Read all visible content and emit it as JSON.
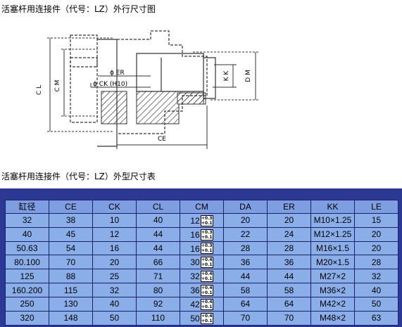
{
  "title1": "活塞杆用连接件（代号：LZ）外行尺寸图",
  "title2": "活塞杆用连接件（代号：LZ）外型尺寸表",
  "drawing": {
    "label_cl": "C L",
    "label_cm": "C M",
    "label_er": "ϕ ER",
    "label_ck": "ϕ CK (H10)",
    "label_kk": "K K",
    "label_dm": "D M",
    "label_ce": "CE"
  },
  "table": {
    "headers": [
      "缸径",
      "CE",
      "CK",
      "CL",
      "CM",
      "DA",
      "ER",
      "KK",
      "LE"
    ],
    "rows": [
      {
        "bore": "32",
        "ce": "38",
        "ck": "10",
        "cl": "40",
        "cm": "12",
        "tol_up": "+0.3",
        "tol_low": "+0.1",
        "da": "20",
        "er": "20",
        "kk": "M10×1.25",
        "le": "15"
      },
      {
        "bore": "40",
        "ce": "45",
        "ck": "12",
        "cl": "44",
        "cm": "16",
        "tol_up": "+0.3",
        "tol_low": "+0.1",
        "da": "22",
        "er": "24",
        "kk": "M12×1.25",
        "le": "20"
      },
      {
        "bore": "50.63",
        "ce": "54",
        "ck": "16",
        "cl": "44",
        "cm": "16",
        "tol_up": "+0.3",
        "tol_low": "+0.1",
        "da": "28",
        "er": "28",
        "kk": "M16×1.5",
        "le": "20"
      },
      {
        "bore": "80.100",
        "ce": "70",
        "ck": "20",
        "cl": "66",
        "cm": "30",
        "tol_up": "+0.4",
        "tol_low": "+0.1",
        "da": "36",
        "er": "36",
        "kk": "M20×1.5",
        "le": "28"
      },
      {
        "bore": "125",
        "ce": "88",
        "ck": "25",
        "cl": "71",
        "cm": "32",
        "tol_up": "+0.4",
        "tol_low": "+0.1",
        "da": "44",
        "er": "44",
        "kk": "M27×2",
        "le": "32"
      },
      {
        "bore": "160.200",
        "ce": "115",
        "ck": "32",
        "cl": "80",
        "cm": "36",
        "tol_up": "+0.4",
        "tol_low": "+0.1",
        "da": "58",
        "er": "58",
        "kk": "M36×2",
        "le": "40"
      },
      {
        "bore": "250",
        "ce": "130",
        "ck": "40",
        "cl": "92",
        "cm": "42",
        "tol_up": "+0.4",
        "tol_low": "+0.1",
        "da": "64",
        "er": "64",
        "kk": "M42×2",
        "le": "50"
      },
      {
        "bore": "320",
        "ce": "148",
        "ck": "50",
        "cl": "110",
        "cm": "50",
        "tol_up": "+0.4",
        "tol_low": "+0.1",
        "da": "70",
        "er": "70",
        "kk": "M48×2",
        "le": "63"
      }
    ]
  }
}
